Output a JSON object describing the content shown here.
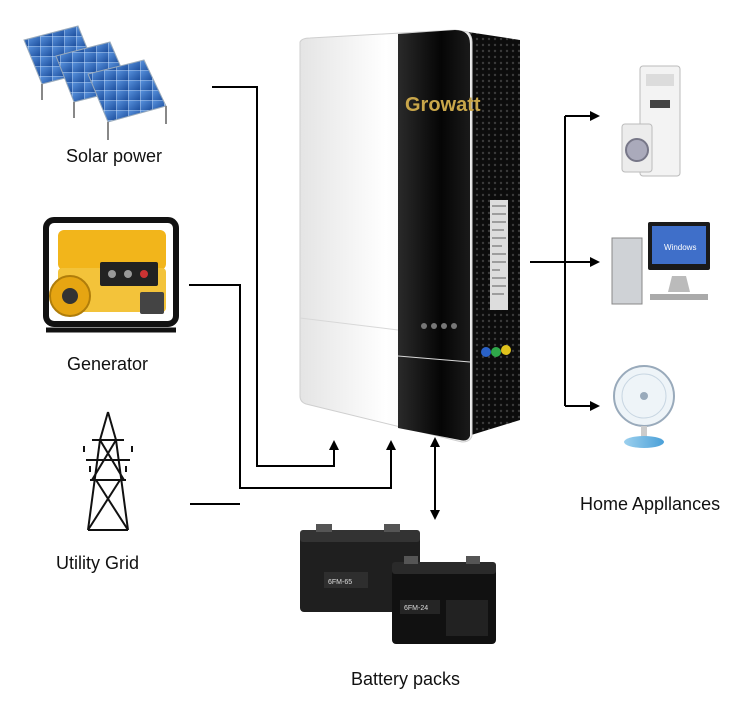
{
  "labels": {
    "solar": "Solar power",
    "generator": "Generator",
    "grid": "Utility Grid",
    "battery": "Battery packs",
    "home": "Home Appllances"
  },
  "inverter": {
    "brand": "Growatt"
  },
  "battery_marks": {
    "large": "6FM-65",
    "small": "6FM-24"
  },
  "appliance_marks": {
    "monitor": "Windows"
  },
  "colors": {
    "panel_blue": "#2f6fc6",
    "generator_yellow": "#f2b51b",
    "inverter_white": "#f4f4f4",
    "inverter_black": "#111111",
    "growatt_gold": "#c9a64a",
    "line": "#000000"
  }
}
